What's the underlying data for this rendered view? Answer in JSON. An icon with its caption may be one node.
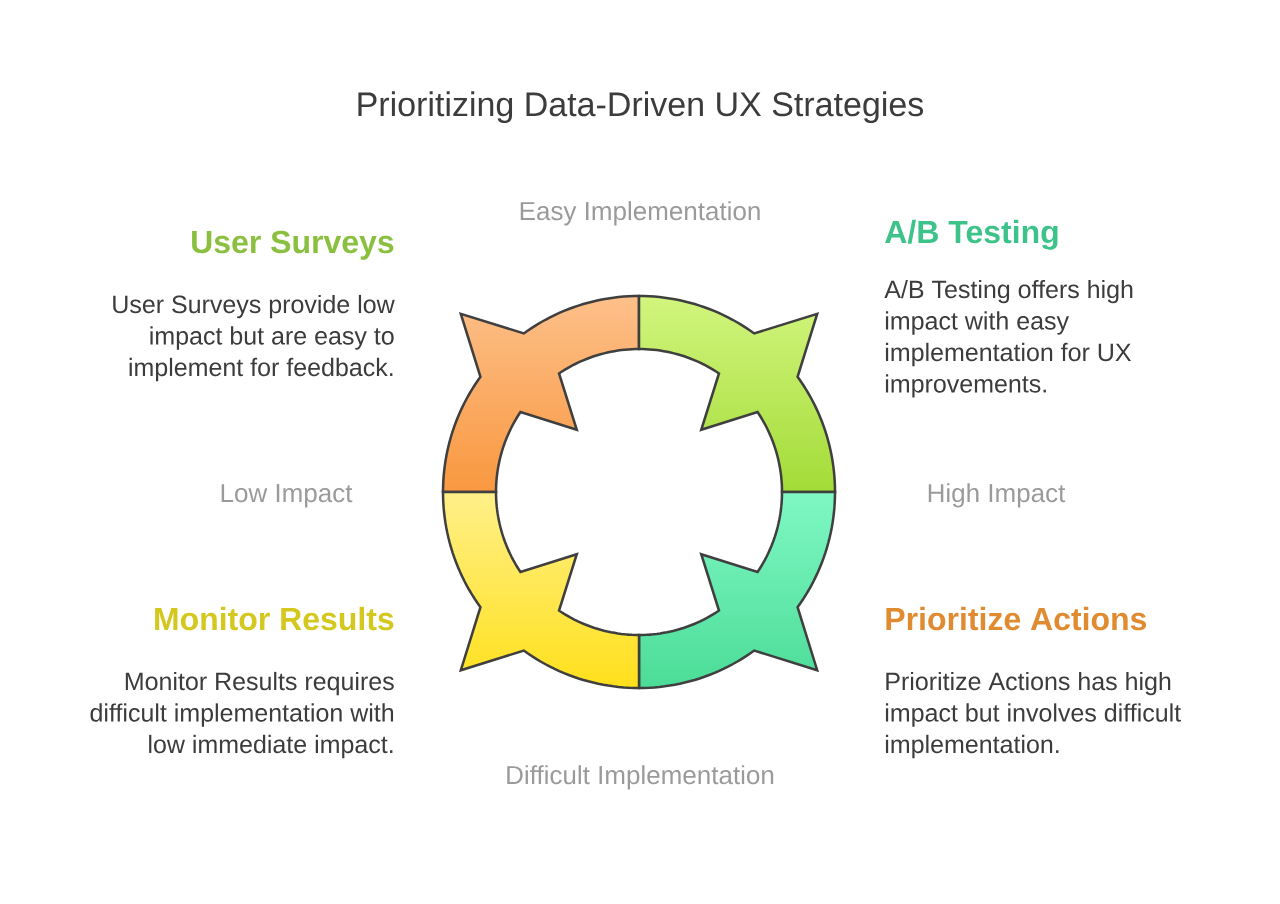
{
  "diagram": {
    "title": "Prioritizing Data-Driven UX Strategies",
    "labels": [
      "Easy Implementation",
      "User Surveys",
      "User Surveys provide low impact but are easy to implement for feedback.",
      "A/B Testing",
      "A/B Testing offers high impact with easy implementation for UX improvements.",
      "Low Impact",
      "High Impact",
      "Monitor Results",
      "Monitor Results requires difficult implementation with low immediate impact.",
      "Prioritize Actions",
      "Prioritize Actions has high impact but involves difficult implementation.",
      "Difficult Implementation"
    ]
  }
}
